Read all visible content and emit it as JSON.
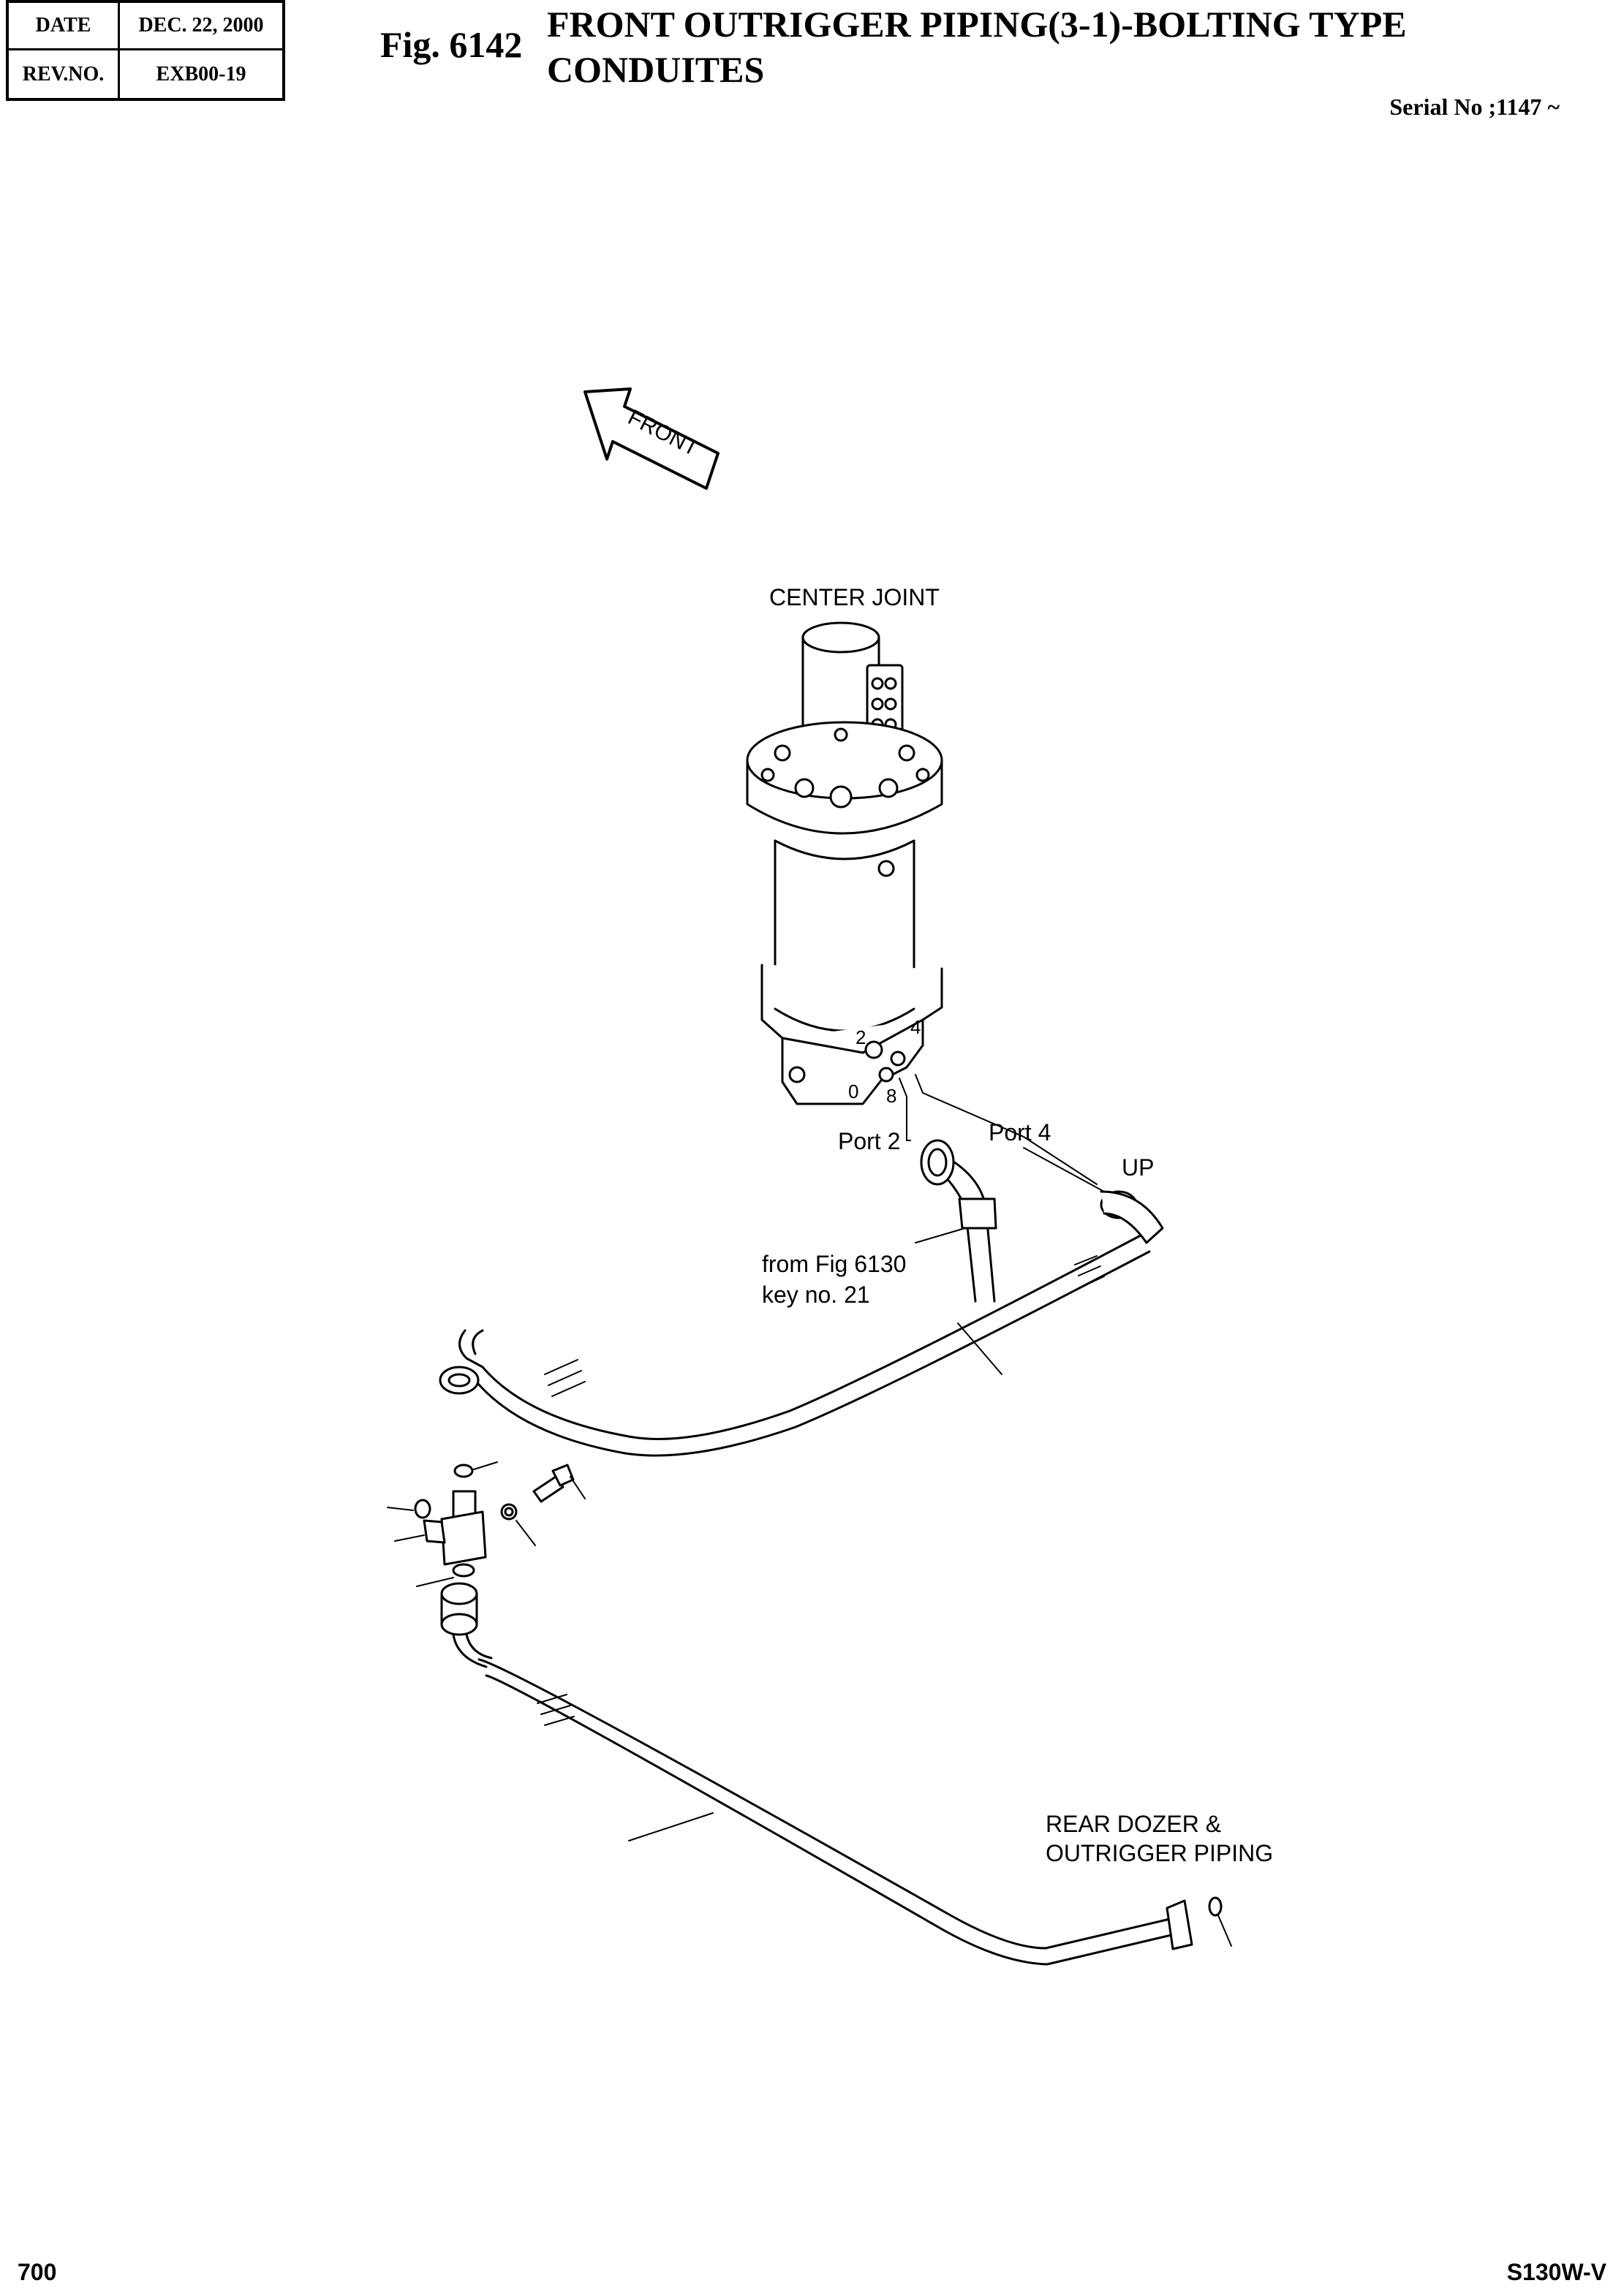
{
  "header": {
    "date_label": "DATE",
    "date_value": "DEC. 22, 2000",
    "rev_label": "REV.NO.",
    "rev_value": "EXB00-19",
    "fig_number": "Fig. 6142",
    "title_line1": "FRONT OUTRIGGER PIPING(3-1)-BOLTING TYPE",
    "title_line2": "CONDUITES",
    "serial": "Serial No ;1147 ~"
  },
  "drawing": {
    "front_arrow_label": "FRONT",
    "center_joint_label": "CENTER JOINT",
    "port_numbers": [
      "2",
      "4",
      "0",
      "8"
    ],
    "port2_label": "Port 2",
    "port4_label": "Port 4",
    "up_label": "UP",
    "from_fig_line1": "from Fig 6130",
    "from_fig_line2": "key no. 21",
    "rear_dozer_line1": "REAR DOZER &",
    "rear_dozer_line2": "OUTRIGGER PIPING"
  },
  "footer": {
    "page_number": "700",
    "model": "S130W-V"
  }
}
